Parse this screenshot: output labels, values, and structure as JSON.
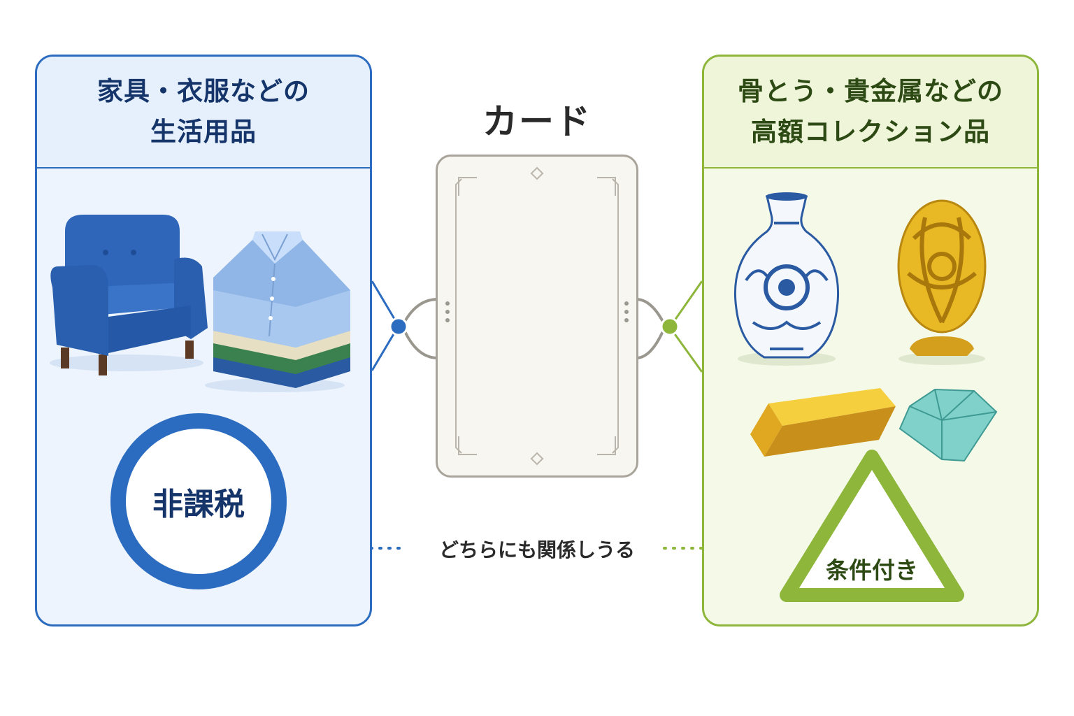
{
  "left_panel": {
    "title_line1": "家具・衣服などの",
    "title_line2": "生活用品",
    "badge": "非課税",
    "illustrations": [
      "armchair-icon",
      "folded-shirts-icon"
    ],
    "accent": "#2b6cc0"
  },
  "center": {
    "title": "カード",
    "relation": "どちらにも関係しうる"
  },
  "right_panel": {
    "title_line1": "骨とう・貴金属などの",
    "title_line2": "高額コレクション品",
    "badge": "条件付き",
    "illustrations": [
      "porcelain-vase-icon",
      "golden-egg-icon",
      "gold-bar-icon",
      "gemstone-icon"
    ],
    "accent": "#8db63b"
  }
}
